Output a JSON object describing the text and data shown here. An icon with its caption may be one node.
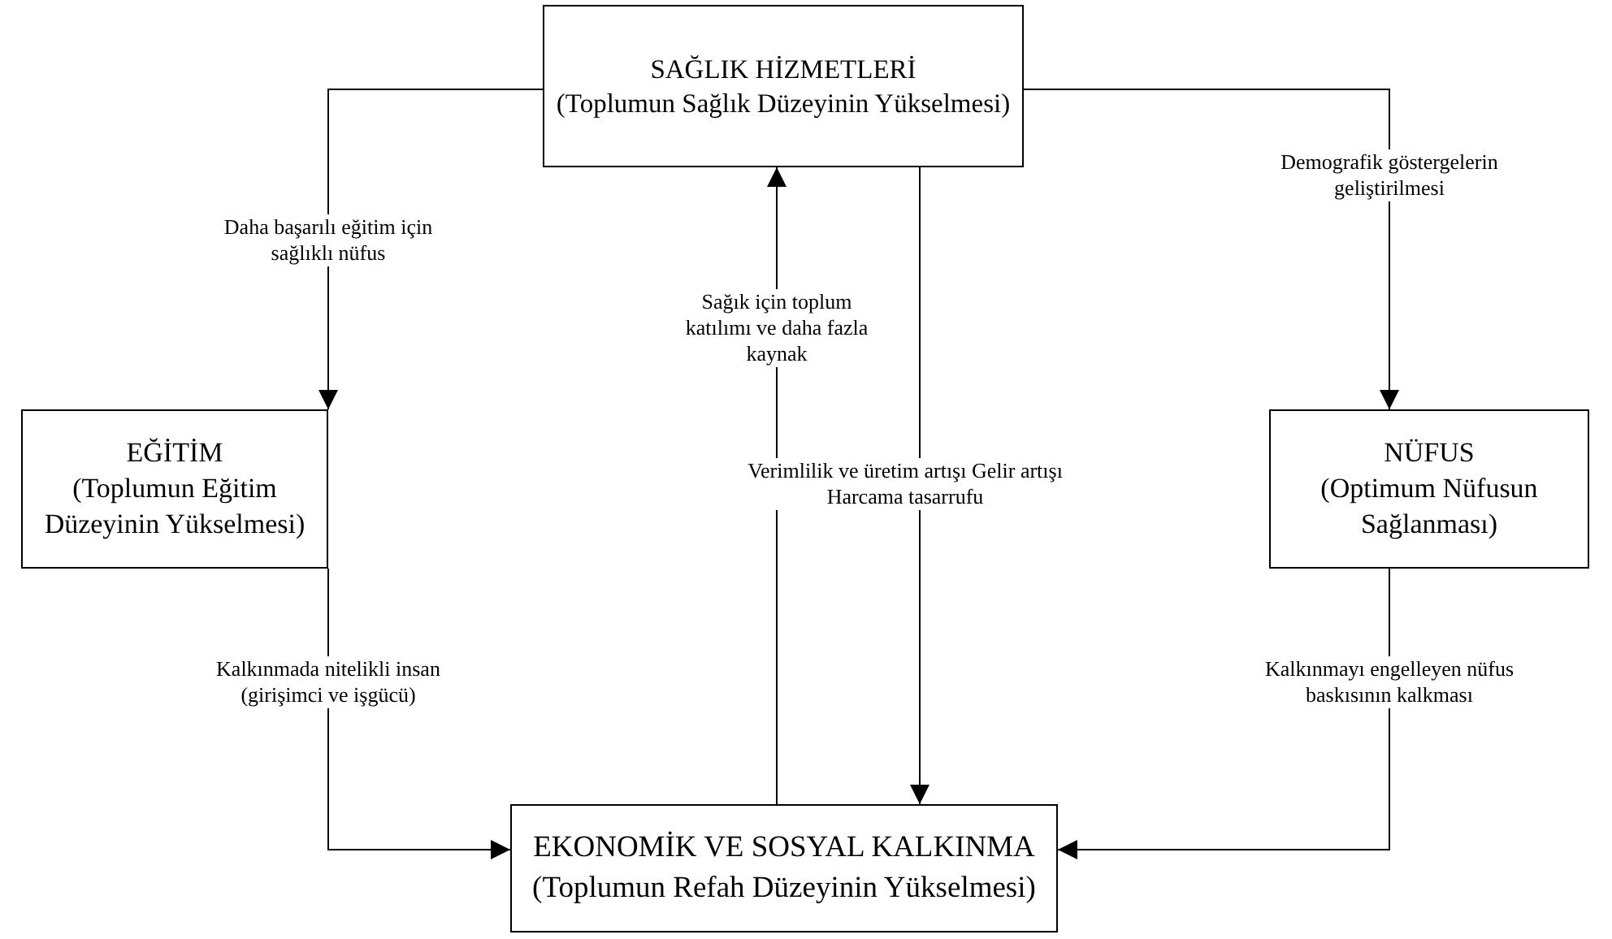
{
  "diagram": {
    "nodes": [
      {
        "text": [
          "SAĞLIK HİZMETLERİ",
          "(Toplumun Sağlık Düzeyinin Yükselmesi)"
        ]
      },
      {
        "text": [
          "EĞİTİM",
          "(Toplumun Eğitim Düzeyinin Yükselmesi)"
        ]
      },
      {
        "text": [
          "NÜFUS",
          "(Optimum Nüfusun Sağlanması)"
        ]
      },
      {
        "text": [
          "EKONOMİK VE SOSYAL KALKINMA",
          "(Toplumun Refah Düzeyinin Yükselmesi)"
        ]
      }
    ],
    "edges": [
      {
        "from": 0,
        "to": 1,
        "arrow": "to",
        "label": "Daha başarılı eğitim için sağlıklı nüfus"
      },
      {
        "from": 0,
        "to": 2,
        "arrow": "to",
        "label": "Demografik göstergelerin geliştirilmesi"
      },
      {
        "from": 3,
        "to": 0,
        "arrow": "to",
        "label": "Sağık için toplum katılımı ve daha fazla kaynak"
      },
      {
        "from": 0,
        "to": 3,
        "arrow": "to",
        "label": "Verimlilik ve üretim artışı Gelir artışı Harcama tasarrufu"
      },
      {
        "from": 1,
        "to": 3,
        "arrow": "to",
        "label": "Kalkınmada nitelikli insan (girişimci ve işgücü)"
      },
      {
        "from": 2,
        "to": 3,
        "arrow": "to",
        "label": "Kalkınmayı engelleyen nüfus baskısının kalkması"
      }
    ]
  }
}
